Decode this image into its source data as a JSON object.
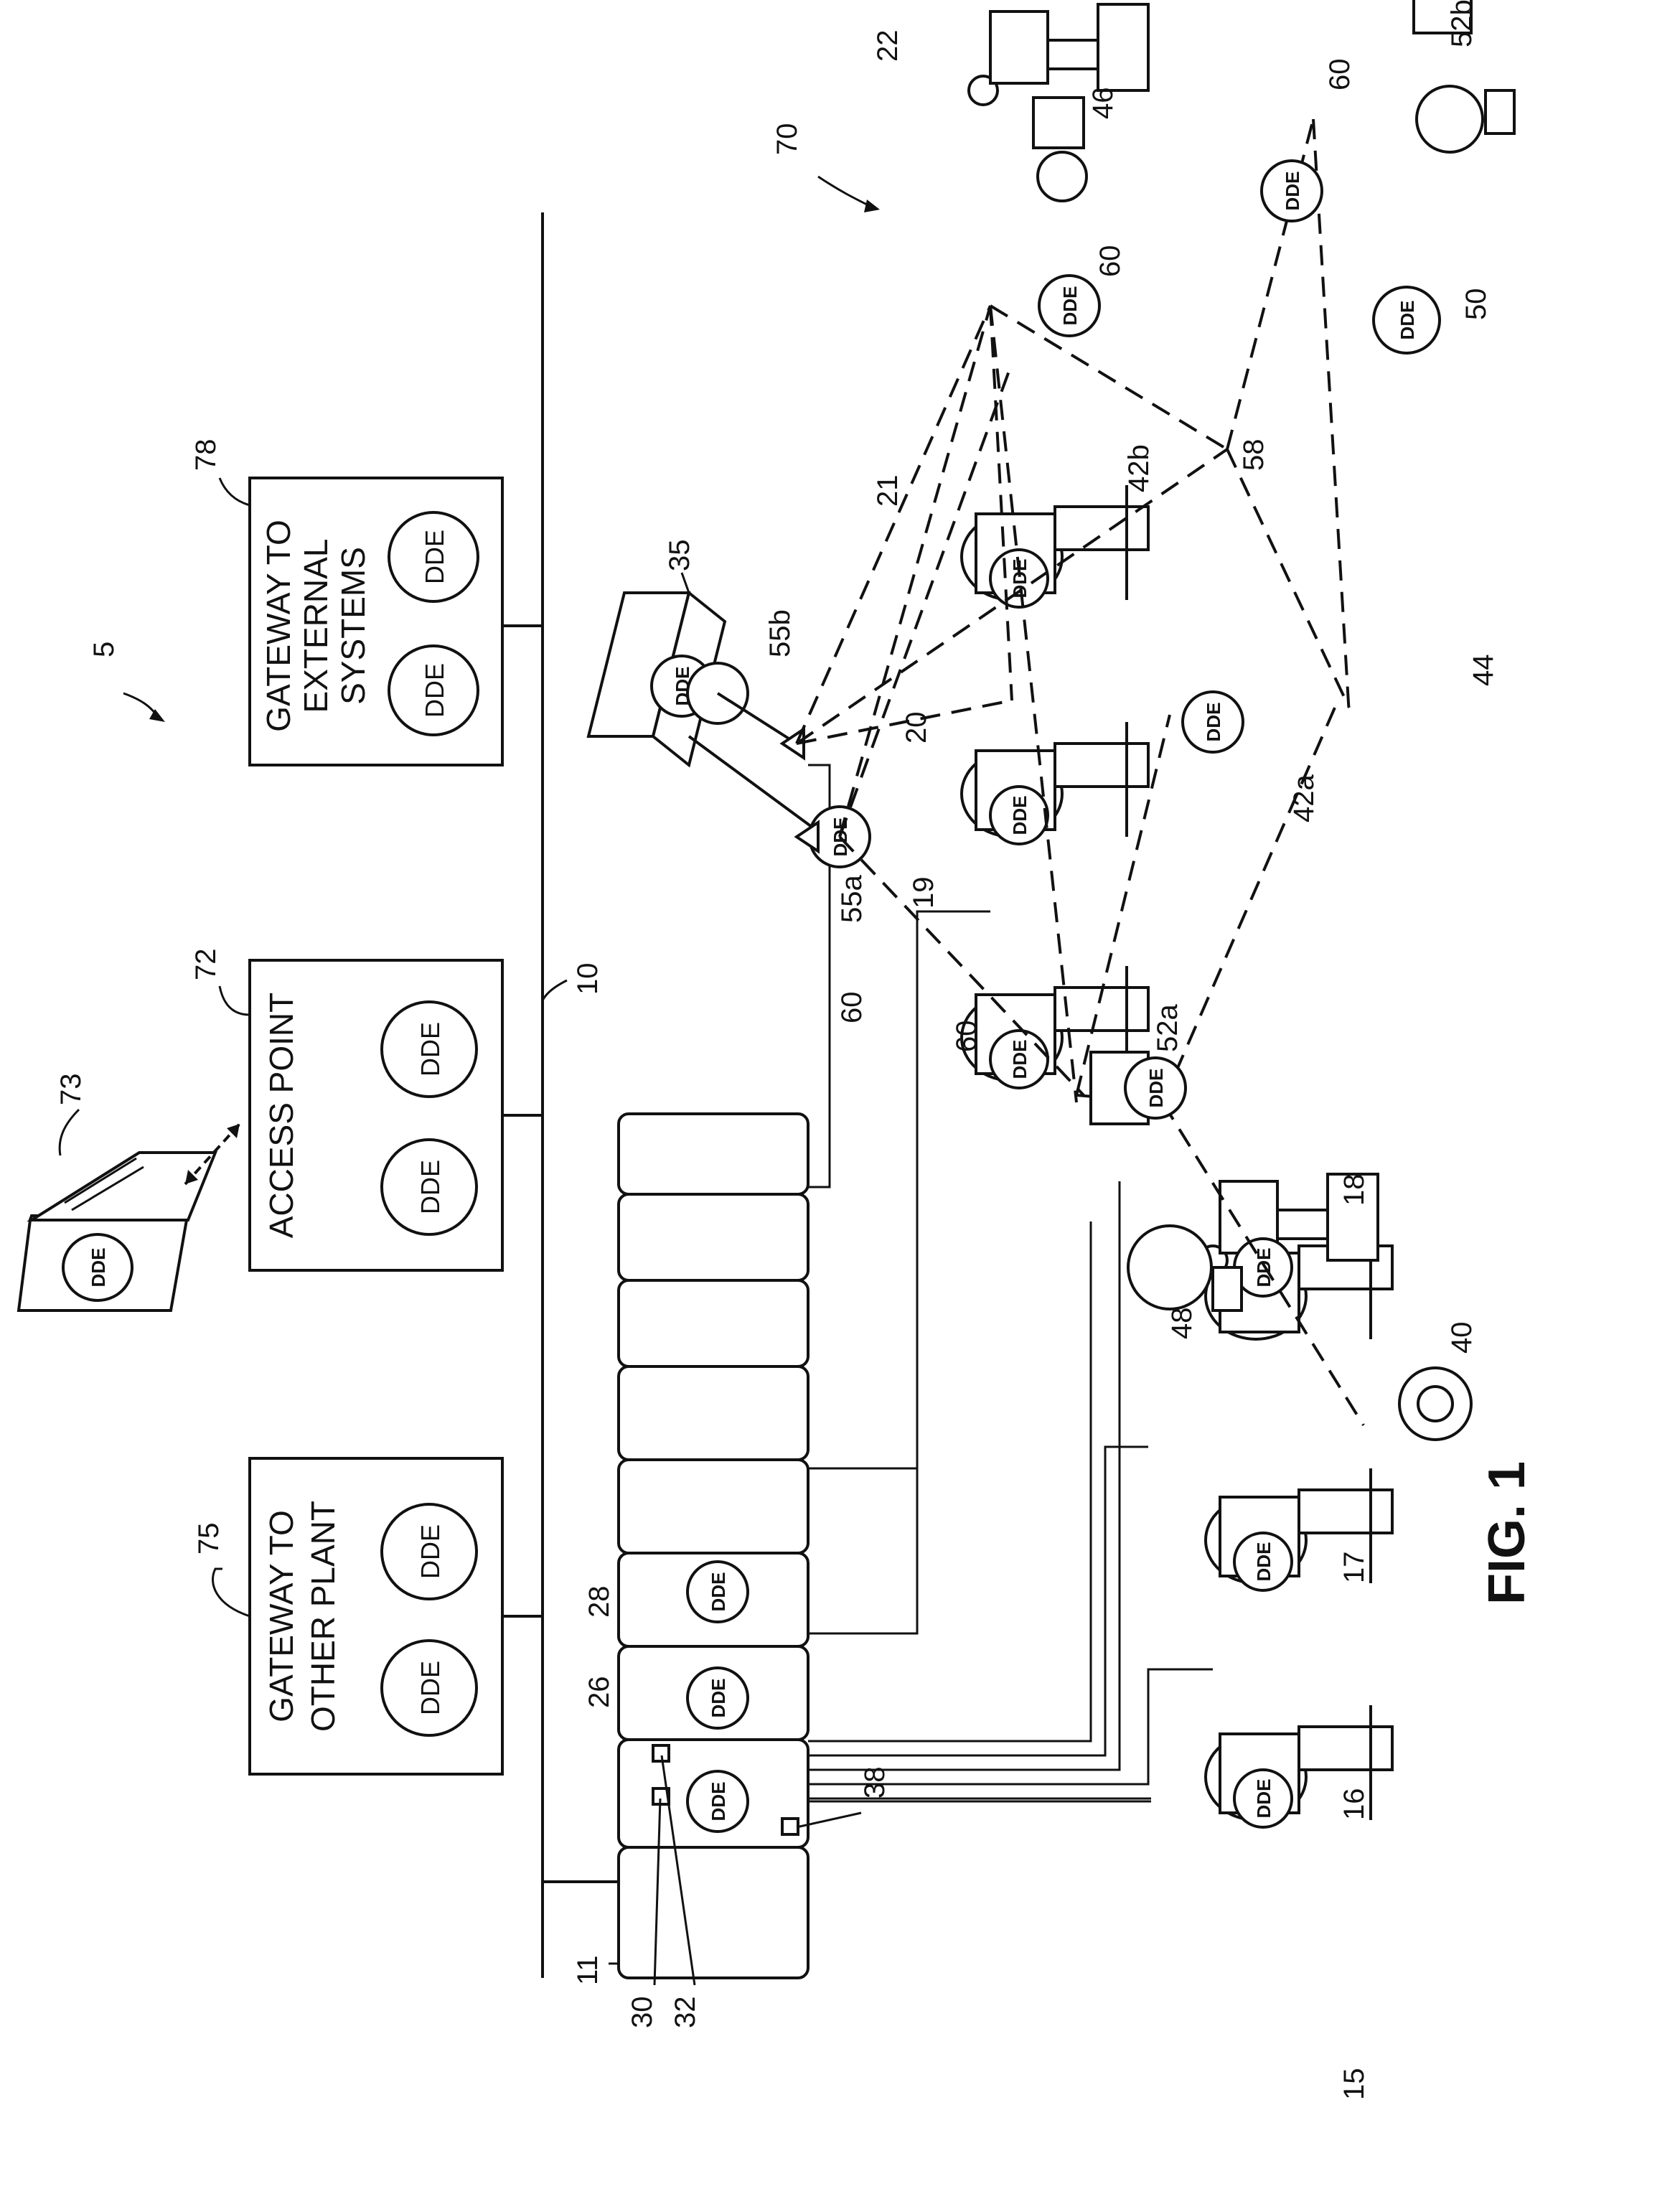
{
  "figure": {
    "label": "FIG. 1"
  },
  "colors": {
    "ink": "#111111",
    "paper": "#ffffff"
  },
  "ref": {
    "r5": "5",
    "r10": "10",
    "r11": "11",
    "r15": "15",
    "r16": "16",
    "r17": "17",
    "r18": "18",
    "r19": "19",
    "r20": "20",
    "r21": "21",
    "r22": "22",
    "r26": "26",
    "r28": "28",
    "r30": "30",
    "r32": "32",
    "r35": "35",
    "r38": "38",
    "r40": "40",
    "r42a": "42a",
    "r42b": "42b",
    "r44": "44",
    "r46": "46",
    "r48": "48",
    "r50": "50",
    "r52a": "52a",
    "r52b": "52b",
    "r55a": "55a",
    "r55b": "55b",
    "r58": "58",
    "r60a": "60",
    "r60b": "60",
    "r60c": "60",
    "r60d": "60",
    "r70": "70",
    "r72": "72",
    "r73": "73",
    "r75": "75",
    "r78": "78"
  },
  "boxes": {
    "gateway_plant": {
      "line1": "GATEWAY TO",
      "line2": "OTHER PLANT"
    },
    "access_point": {
      "line1": "ACCESS POINT"
    },
    "gateway_external": {
      "line1": "GATEWAY TO",
      "line2": "EXTERNAL",
      "line3": "SYSTEMS"
    }
  },
  "dde": "DDE"
}
